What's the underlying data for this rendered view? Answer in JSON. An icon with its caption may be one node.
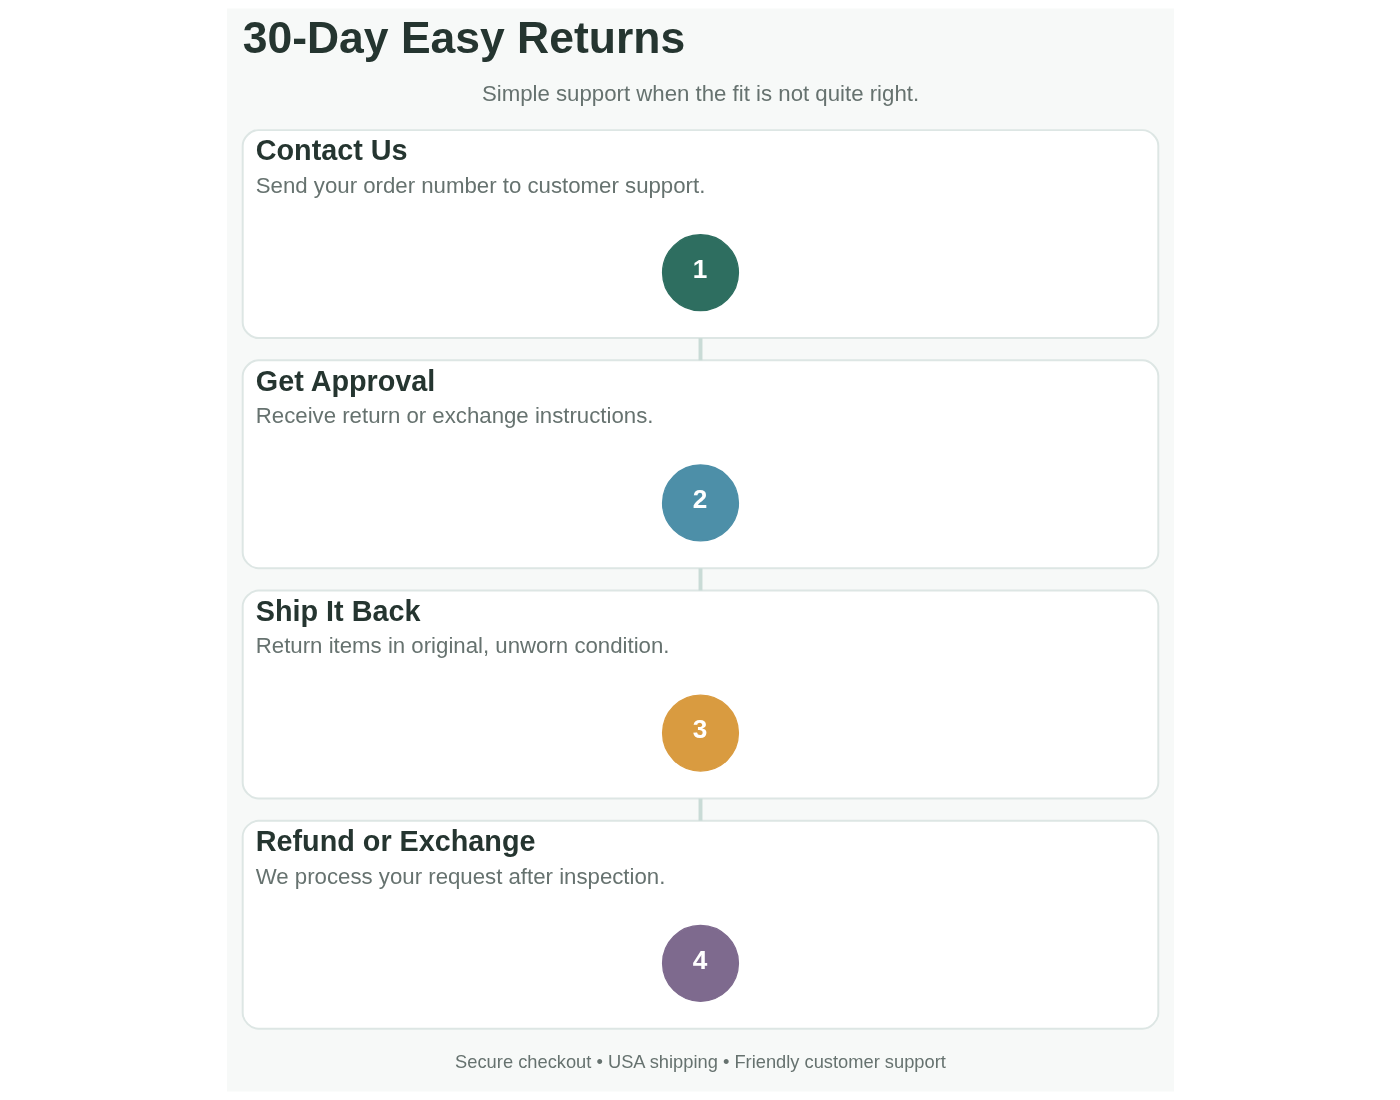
{
  "diagram": {
    "title": "30-Day Easy Returns",
    "nodes": [
      {
        "text": [
          "Contact Us",
          "Send your order number to customer support."
        ]
      },
      {
        "text": [
          "1"
        ],
        "in": 0
      },
      {
        "text": [
          "Get Approval",
          "Receive return or exchange instructions."
        ]
      },
      {
        "text": [
          "2"
        ],
        "in": 2
      },
      {
        "text": [
          "Ship It Back",
          "Return items in original, unworn condition."
        ]
      },
      {
        "text": [
          "3"
        ],
        "in": 4
      },
      {
        "text": [
          "Refund or Exchange",
          "We process your request after inspection."
        ]
      },
      {
        "text": [
          "4"
        ],
        "in": 6
      }
    ],
    "edges": [
      {
        "from": 0,
        "to": 2,
        "arrow": "none"
      },
      {
        "from": 2,
        "to": 4,
        "arrow": "none"
      },
      {
        "from": 4,
        "to": 6,
        "arrow": "none"
      }
    ],
    "labels": [
      "Simple support when the fit is not quite right.",
      "Secure checkout • USA shipping • Friendly customer support"
    ]
  }
}
